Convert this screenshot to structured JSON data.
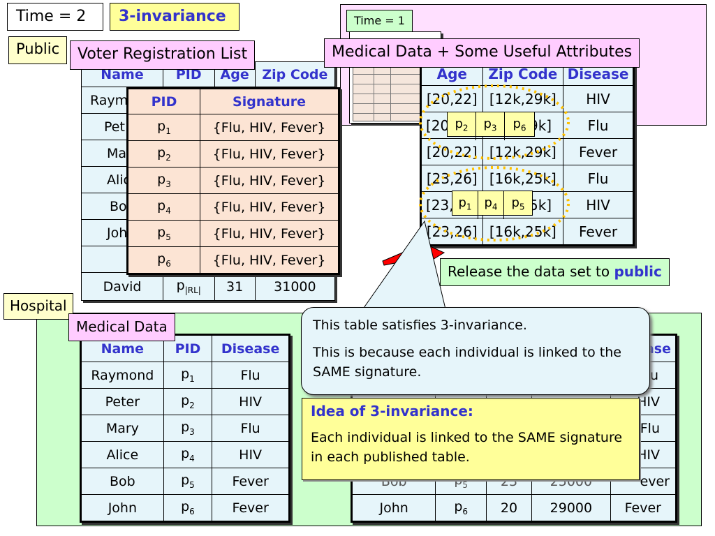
{
  "header": {
    "time_label": "Time = 2",
    "title": "3-invariance"
  },
  "public_label": "Public",
  "hospital_label": "Hospital",
  "voter_list": {
    "label": "Voter Registration List",
    "headers": [
      "Name",
      "PID",
      "Age",
      "Zip Code"
    ],
    "visible_names": [
      "Raym",
      "Pet",
      "Ma",
      "Alic",
      "Bo",
      "Joh",
      ""
    ],
    "last_row": {
      "name": "David",
      "pid": "p",
      "pid_sub": "|RL|",
      "age": "31",
      "zip": "31000"
    }
  },
  "signature_table": {
    "headers": [
      "PID",
      "Signature"
    ],
    "rows": [
      {
        "p": "p",
        "sub": "1",
        "sig": "{Flu, HIV, Fever}"
      },
      {
        "p": "p",
        "sub": "2",
        "sig": "{Flu, HIV, Fever}"
      },
      {
        "p": "p",
        "sub": "3",
        "sig": "{Flu, HIV, Fever}"
      },
      {
        "p": "p",
        "sub": "4",
        "sig": "{Flu, HIV, Fever}"
      },
      {
        "p": "p",
        "sub": "5",
        "sig": "{Flu, HIV, Fever}"
      },
      {
        "p": "p",
        "sub": "6",
        "sig": "{Flu, HIV, Fever}"
      }
    ]
  },
  "time1": {
    "label": "Time = 1"
  },
  "published": {
    "label": "Medical Data + Some Useful Attributes",
    "headers": [
      "Age",
      "Zip Code",
      "Disease"
    ],
    "rows": [
      {
        "age": "[20,22]",
        "zip": "[12k,29k]",
        "disease": "HIV"
      },
      {
        "age": "[20",
        "zip": "9k]",
        "disease": "Flu"
      },
      {
        "age": "[20,22]",
        "zip": "[12k,29k]",
        "disease": "Fever"
      },
      {
        "age": "[23,26]",
        "zip": "[16k,25k]",
        "disease": "Flu"
      },
      {
        "age": "[23,",
        "zip": "5k]",
        "disease": "HIV"
      },
      {
        "age": "[23,26]",
        "zip": "[16k,25k]",
        "disease": "Fever"
      }
    ],
    "group1": [
      {
        "p": "p",
        "sub": "2"
      },
      {
        "p": "p",
        "sub": "3"
      },
      {
        "p": "p",
        "sub": "6"
      }
    ],
    "group2": [
      {
        "p": "p",
        "sub": "1"
      },
      {
        "p": "p",
        "sub": "4"
      },
      {
        "p": "p",
        "sub": "5"
      }
    ]
  },
  "release": {
    "prefix": "Release the data set to ",
    "emph": "public"
  },
  "callout": {
    "line1": "This table satisfies 3-invariance.",
    "line2": "This is because each individual is linked to the SAME signature."
  },
  "idea": {
    "title": "Idea of 3-invariance:",
    "body": "Each individual is linked to the SAME signature in each published table."
  },
  "hospital_medical": {
    "label": "Medical Data",
    "headers": [
      "Name",
      "PID",
      "Disease"
    ],
    "rows": [
      {
        "name": "Raymond",
        "p": "p",
        "sub": "1",
        "disease": "Flu"
      },
      {
        "name": "Peter",
        "p": "p",
        "sub": "2",
        "disease": "HIV"
      },
      {
        "name": "Mary",
        "p": "p",
        "sub": "3",
        "disease": "Flu"
      },
      {
        "name": "Alice",
        "p": "p",
        "sub": "4",
        "disease": "HIV"
      },
      {
        "name": "Bob",
        "p": "p",
        "sub": "5",
        "disease": "Fever"
      },
      {
        "name": "John",
        "p": "p",
        "sub": "6",
        "disease": "Fever"
      }
    ]
  },
  "hospital_right": {
    "header_partial": "ease",
    "disease_partial": [
      "lu",
      "HIV",
      "Flu",
      "HIV",
      "ever"
    ],
    "bob_row": {
      "name": "Bob",
      "pid": "p",
      "sub": "5",
      "age": "23",
      "zip": "25000",
      "disease": "Fever"
    },
    "last_row": {
      "name": "John",
      "p": "p",
      "sub": "6",
      "age": "20",
      "zip": "29000",
      "disease": "Fever"
    }
  }
}
